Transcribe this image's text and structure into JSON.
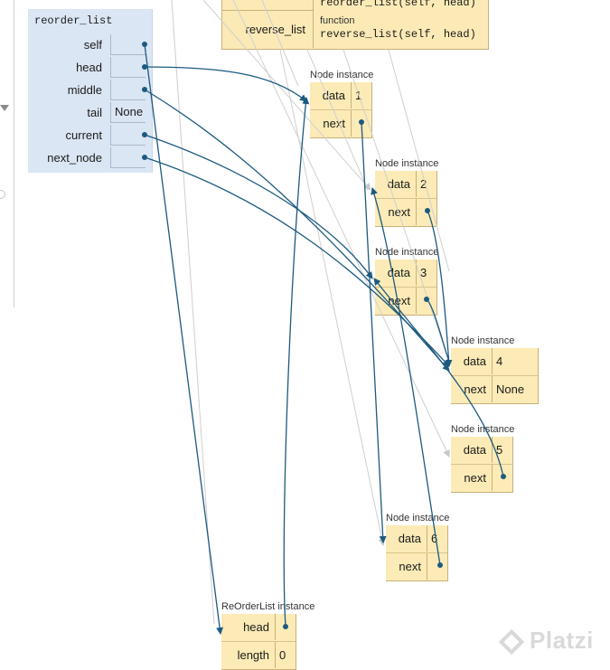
{
  "frame": {
    "title": "reorder_list",
    "vars": [
      {
        "name": "self",
        "value": ""
      },
      {
        "name": "head",
        "value": ""
      },
      {
        "name": "middle",
        "value": ""
      },
      {
        "name": "tail",
        "value": "None"
      },
      {
        "name": "current",
        "value": ""
      },
      {
        "name": "next_node",
        "value": ""
      }
    ]
  },
  "class_table": {
    "top_code": "reorder_list(self, head)",
    "func_name": "reverse_list",
    "func_kind": "function",
    "func_sig": "reverse_list(self, head)"
  },
  "node_label": "Node instance",
  "nodes": [
    {
      "data_key": "data",
      "data": "1",
      "next_key": "next",
      "next": ""
    },
    {
      "data_key": "data",
      "data": "2",
      "next_key": "next",
      "next": ""
    },
    {
      "data_key": "data",
      "data": "3",
      "next_key": "next",
      "next": ""
    },
    {
      "data_key": "data",
      "data": "4",
      "next_key": "next",
      "next": "None"
    },
    {
      "data_key": "data",
      "data": "5",
      "next_key": "next",
      "next": ""
    },
    {
      "data_key": "data",
      "data": "6",
      "next_key": "next",
      "next": ""
    }
  ],
  "reorder_instance": {
    "label": "ReOrderList instance",
    "fields": [
      {
        "name": "head",
        "value": ""
      },
      {
        "name": "length",
        "value": "0"
      }
    ]
  },
  "watermark": "Platzi",
  "colors": {
    "frame_bg": "#dbe6f4",
    "object_bg": "#fcebb6",
    "pointer": "#1c5a80",
    "stale_pointer": "#c8c8c8"
  }
}
